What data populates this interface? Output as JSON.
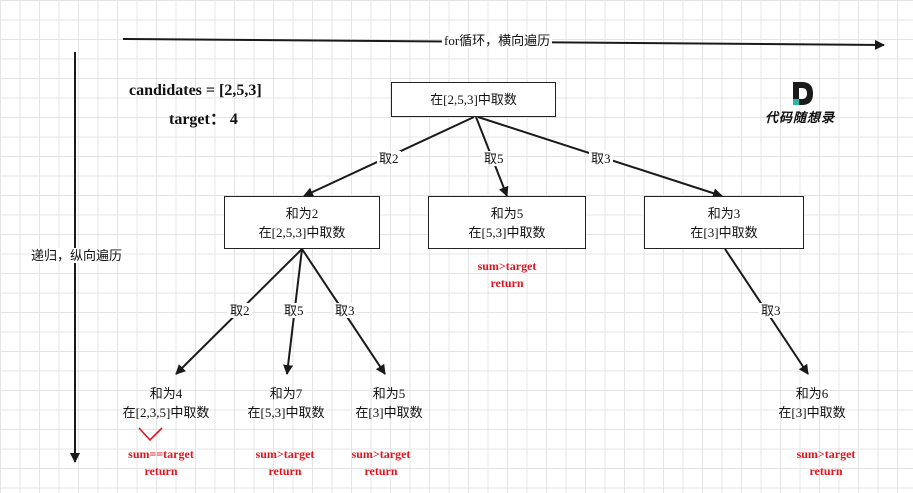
{
  "axes": {
    "horizontal_label": "for循环，横向遍历",
    "vertical_label": "递归，纵向遍历"
  },
  "info": {
    "candidates": "candidates = [2,5,3]",
    "target": "target：  4"
  },
  "logo": {
    "letter": "D",
    "text": "代码随想录"
  },
  "root": {
    "line1": "在[2,5,3]中取数"
  },
  "level1_edges": [
    "取2",
    "取5",
    "取3"
  ],
  "level1": [
    {
      "line1": "和为2",
      "line2": "在[2,5,3]中取数"
    },
    {
      "line1": "和为5",
      "line2": "在[5,3]中取数",
      "result": [
        "sum>target",
        "return"
      ]
    },
    {
      "line1": "和为3",
      "line2": "在[3]中取数"
    }
  ],
  "level2_edges": [
    "取2",
    "取5",
    "取3",
    "取3"
  ],
  "level2": [
    {
      "line1": "和为4",
      "line2": "在[2,3,5]中取数",
      "result": [
        "sum==target",
        "return"
      ]
    },
    {
      "line1": "和为7",
      "line2": "在[5,3]中取数",
      "result": [
        "sum>target",
        "return"
      ]
    },
    {
      "line1": "和为5",
      "line2": "在[3]中取数",
      "result": [
        "sum>target",
        "return"
      ]
    },
    {
      "line1": "和为6",
      "line2": "在[3]中取数",
      "result": [
        "sum>target",
        "return"
      ]
    }
  ],
  "colors": {
    "line": "#1a1a1a",
    "result": "#e0141e",
    "checkmark": "#e0141e",
    "grid": "#e4e4e4"
  }
}
